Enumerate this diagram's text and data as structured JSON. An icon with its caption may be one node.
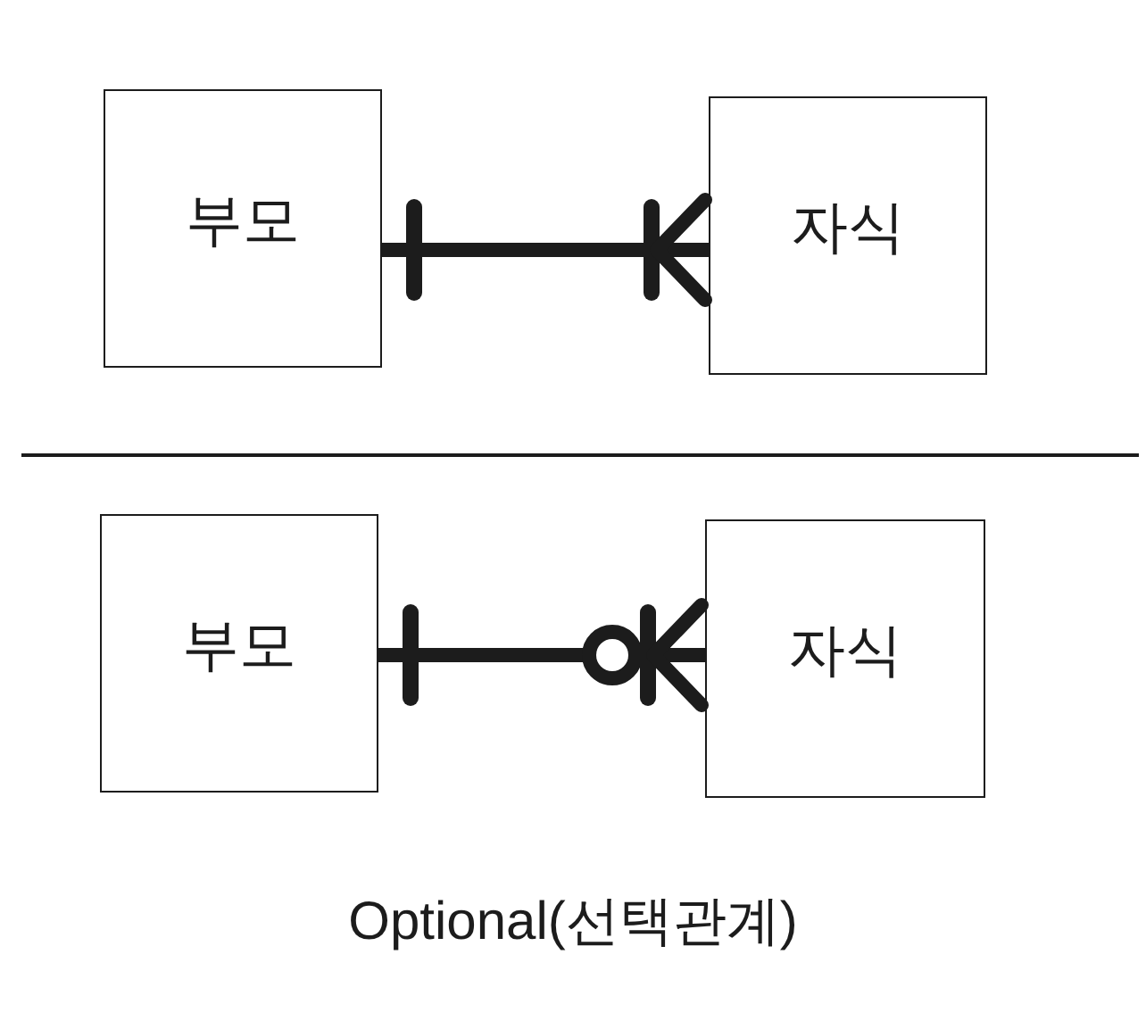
{
  "diagram": {
    "caption": "Optional(선택관계)",
    "nodes": [
      {
        "text": [
          "부모"
        ]
      },
      {
        "text": [
          "자식"
        ]
      },
      {
        "text": [
          "부모"
        ]
      },
      {
        "text": [
          "자식"
        ]
      }
    ],
    "edges": [
      {
        "from": 0,
        "to": 1,
        "arrow": "other"
      },
      {
        "from": 2,
        "to": 3,
        "arrow": "other"
      }
    ]
  }
}
